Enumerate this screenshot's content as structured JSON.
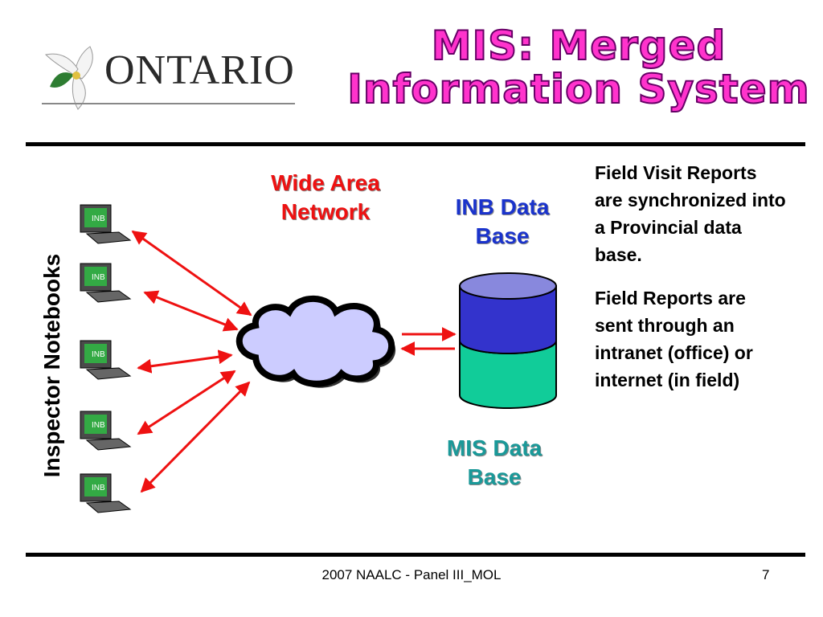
{
  "logo": {
    "text": "ONTARIO",
    "icon": "trillium-icon"
  },
  "title": {
    "line1": "MIS: Merged",
    "line2": "Information System"
  },
  "side_label": "Inspector Notebooks",
  "notebooks": [
    {
      "label": "INB"
    },
    {
      "label": "INB"
    },
    {
      "label": "INB"
    },
    {
      "label": "INB"
    },
    {
      "label": "INB"
    }
  ],
  "network": {
    "line1": "Wide Area",
    "line2": "Network"
  },
  "databases": {
    "inb": {
      "line1": "INB Data",
      "line2": "Base"
    },
    "mis": {
      "line1": "MIS Data",
      "line2": "Base"
    }
  },
  "description": {
    "para1": "Field Visit Reports are synchronized into a Provincial data base.",
    "para2": "Field Reports are sent through an intranet (office) or internet (in field)"
  },
  "footer": {
    "text": "2007 NAALC - Panel III_MOL",
    "page": "7"
  },
  "colors": {
    "title": "#ff33cc",
    "title_outline": "#660066",
    "arrows": "#ee1111",
    "inb_db": "#3333cc",
    "mis_db": "#11cc99",
    "cloud": "#ccccff"
  }
}
